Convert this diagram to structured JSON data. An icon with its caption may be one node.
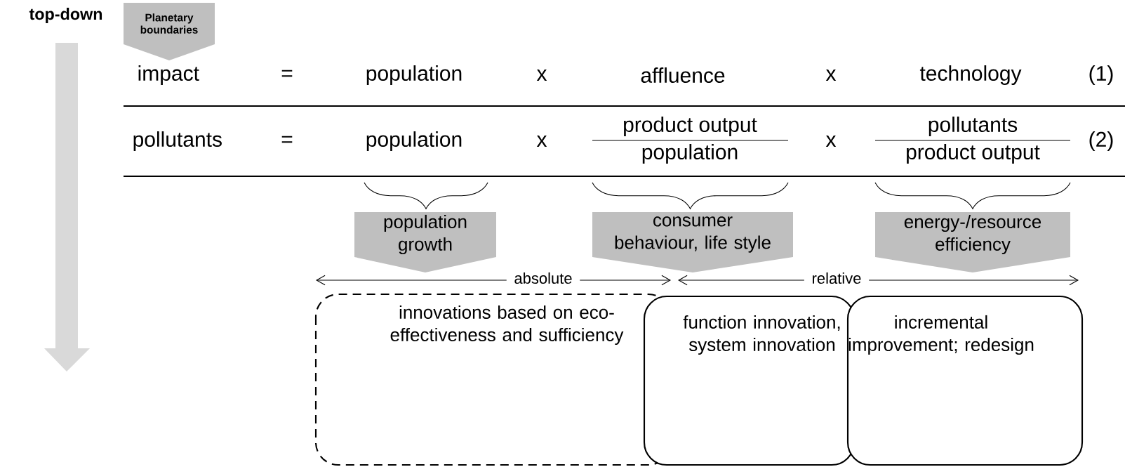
{
  "diagram": {
    "nodes": [
      {
        "text": [
          "Planetary boundaries"
        ]
      },
      {
        "text": [
          "population growth"
        ]
      },
      {
        "text": [
          "consumer behaviour, life style"
        ]
      },
      {
        "text": [
          "energy-/resource efficiency"
        ]
      },
      {
        "text": [
          "innovations based on eco-effectiveness and sufficiency"
        ]
      },
      {
        "text": [
          "function innovation, system innovation"
        ]
      },
      {
        "text": [
          "incremental improvement; redesign"
        ]
      }
    ],
    "edges": [],
    "labels": [
      "top-down",
      "impact",
      "=",
      "population",
      "x",
      "affluence",
      "x",
      "technology",
      "(1)",
      "pollutants",
      "=",
      "population",
      "x",
      "product output",
      "population",
      "x",
      "pollutants",
      "product output",
      "(2)",
      "absolute",
      "relative"
    ]
  }
}
